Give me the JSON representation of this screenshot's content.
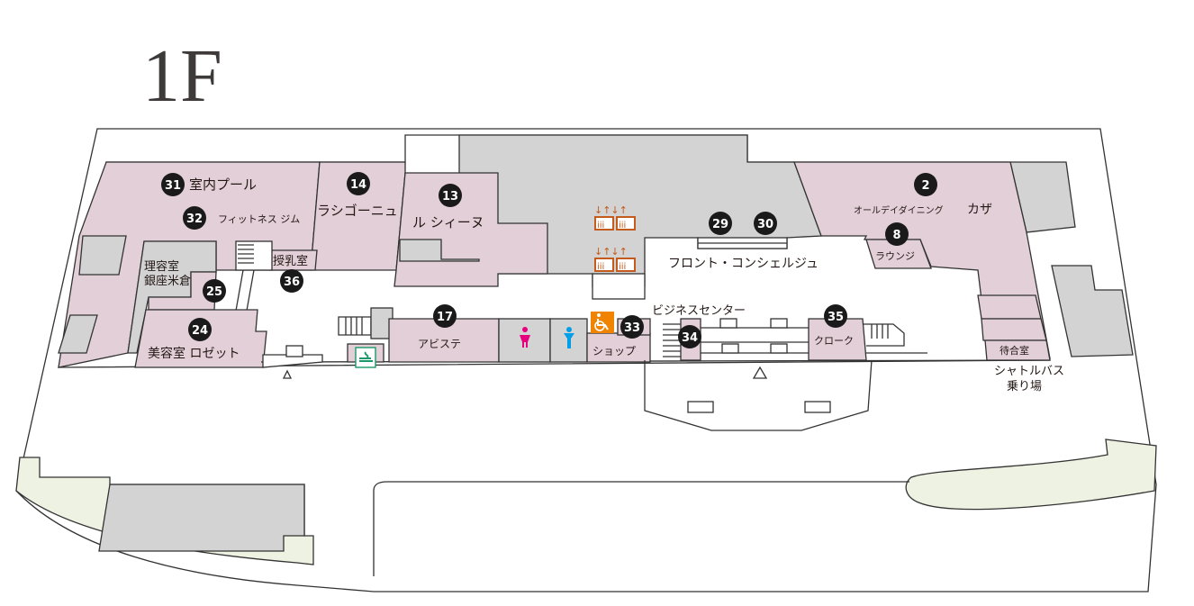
{
  "floor": "1F",
  "rooms": {
    "indoor_pool": "室内プール",
    "fitness_gym": "フィットネス ジム",
    "la_cigogne": "ラシゴーニュ",
    "le_cygne": "ル シィーヌ",
    "nursing_room": "授乳室",
    "barber_line1": "理容室",
    "barber_line2": "銀座米倉",
    "beauty_salon": "美容室 ロゼット",
    "abiste": "アビステ",
    "shop": "ショップ",
    "business_center": "ビジネスセンター",
    "cloak": "クローク",
    "front_concierge": "フロント・コンシェルジュ",
    "all_day_dining_prefix": "オールデイダイニング",
    "all_day_dining_name": "カザ",
    "lounge": "ラウンジ",
    "waiting_room": "待合室",
    "shuttle_line1": "シャトルバス",
    "shuttle_line2": "乗り場"
  },
  "markers": {
    "m31": "31",
    "m32": "32",
    "m14": "14",
    "m13": "13",
    "m36": "36",
    "m25": "25",
    "m24": "24",
    "m17": "17",
    "m33": "33",
    "m34": "34",
    "m35": "35",
    "m29": "29",
    "m30": "30",
    "m2": "2",
    "m8": "8"
  },
  "colors": {
    "facility": "#e2cfd7",
    "core": "#d3d3d3",
    "green_area": "#eef2e2",
    "marker": "#1a1a1a",
    "womens_restroom": "#e6007e",
    "mens_restroom": "#009fe8",
    "accessible": "#f08300",
    "elevator": "#c45a1c",
    "smoking": "#1a9a6a"
  },
  "icons": {
    "elevators": "elevator-icon",
    "womens_restroom": "female-restroom-icon",
    "mens_restroom": "male-restroom-icon",
    "accessible": "wheelchair-icon",
    "smoking": "smoking-area-icon",
    "entrance": "entrance-triangle-icon"
  }
}
